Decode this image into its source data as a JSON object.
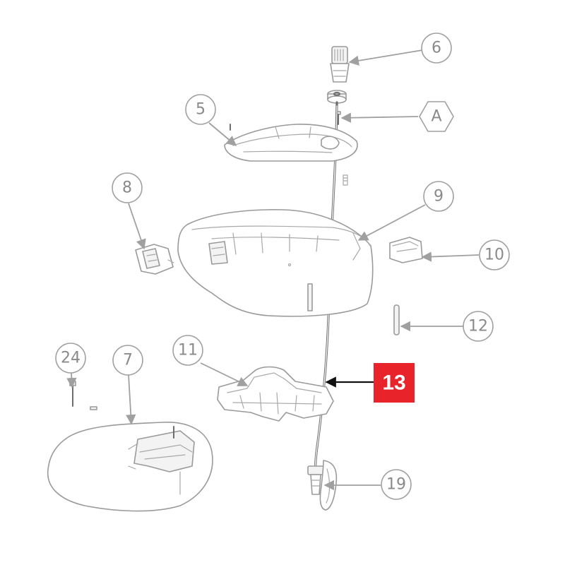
{
  "callouts": [
    {
      "id": "6",
      "label": "6"
    },
    {
      "id": "A",
      "label": "A"
    },
    {
      "id": "5",
      "label": "5"
    },
    {
      "id": "8",
      "label": "8"
    },
    {
      "id": "9",
      "label": "9"
    },
    {
      "id": "10",
      "label": "10"
    },
    {
      "id": "12",
      "label": "12"
    },
    {
      "id": "24",
      "label": "24"
    },
    {
      "id": "7",
      "label": "7"
    },
    {
      "id": "11",
      "label": "11"
    },
    {
      "id": "19",
      "label": "19"
    }
  ],
  "highlight": {
    "label": "13",
    "color": "#e8232a"
  }
}
